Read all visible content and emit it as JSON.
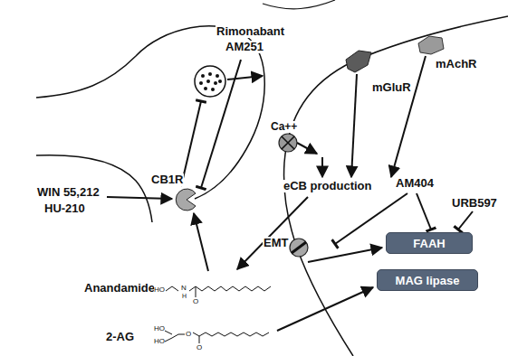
{
  "diagram": {
    "nodes": [
      {
        "text": [
          "FAAH"
        ]
      },
      {
        "text": [
          "MAG lipase"
        ]
      }
    ],
    "labels": [
      "Rimonabant",
      "AM251",
      "mAchR",
      "mGluR",
      "Ca++",
      "eCB production",
      "AM404",
      "URB597",
      "WIN 55,212",
      "HU-210",
      "CB1R",
      "EMT",
      "Anandamide",
      "2-AG",
      "HO",
      "N",
      "H",
      "O",
      "HO",
      "HO",
      "O",
      "O"
    ]
  }
}
